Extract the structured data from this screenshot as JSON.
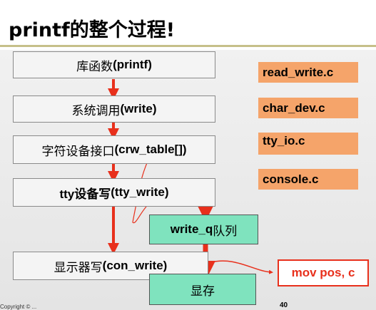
{
  "title": "printf的整个过程!",
  "flow": [
    {
      "prefix": "库函数",
      "code": "(printf)"
    },
    {
      "prefix": "系统调用",
      "code": "(write)"
    },
    {
      "prefix": "字符设备接口",
      "code": "(crw_table[])"
    },
    {
      "prefix": "tty设备写",
      "code": "(tty_write)"
    },
    {
      "prefix": "显示器写",
      "code": "(con_write)"
    }
  ],
  "queue": {
    "code": "write_q",
    "suffix": "队列"
  },
  "memory": "显存",
  "files": [
    "read_write.c",
    "char_dev.c",
    "tty_io.c",
    "console.c"
  ],
  "instruction": "mov pos, c",
  "footer": {
    "left": "Copyright © ...",
    "page": "40"
  },
  "colors": {
    "arrow": "#e8301c",
    "file_bg": "#f5a46a",
    "queue_bg": "#7fe3be",
    "title_rule": "#c6c08a"
  }
}
